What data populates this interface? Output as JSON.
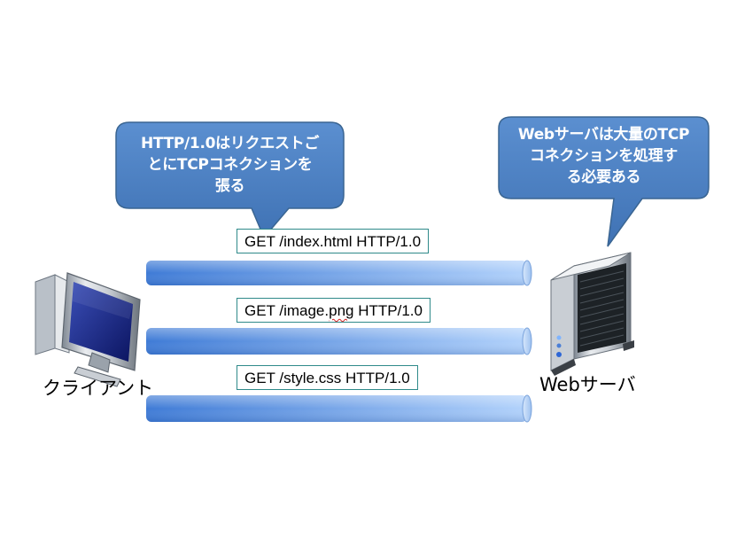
{
  "bubbles": {
    "left": {
      "text": "HTTP/1.0はリクエストご\nとにTCPコネクションを\n張る"
    },
    "right": {
      "text": "Webサーバは大量のTCP\nコネクションを処理す\nる必要ある"
    }
  },
  "requests": [
    {
      "label": "GET /index.html HTTP/1.0"
    },
    {
      "label_prefix": "GET /image.",
      "label_squiggle": "png",
      "label_suffix": " HTTP/1.0"
    },
    {
      "label": "GET /style.css HTTP/1.0"
    }
  ],
  "nodes": {
    "client": {
      "label": "クライアント",
      "icon": "desktop-computer-icon"
    },
    "server": {
      "label": "Webサーバ",
      "icon": "server-tower-icon"
    }
  },
  "colors": {
    "bubble_fill": "#4f81bd",
    "bubble_stroke": "#3a6592",
    "pipe_dark": "#4a7fd0",
    "pipe_light": "#a9cbf7",
    "label_border": "#2f8a8a"
  }
}
